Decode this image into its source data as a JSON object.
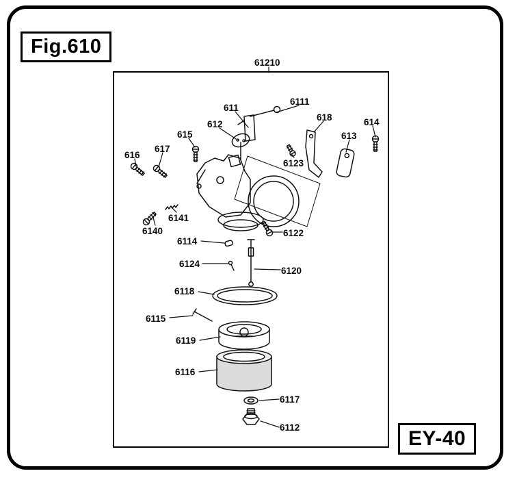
{
  "figure": {
    "fig_label": "Fig.610",
    "model_label": "EY-40"
  },
  "part_numbers": [
    "61210",
    "611",
    "6111",
    "612",
    "615",
    "618",
    "614",
    "613",
    "616",
    "617",
    "6123",
    "6140",
    "6141",
    "6122",
    "6114",
    "6124",
    "6120",
    "6118",
    "6115",
    "6119",
    "6116",
    "6117",
    "6112"
  ]
}
